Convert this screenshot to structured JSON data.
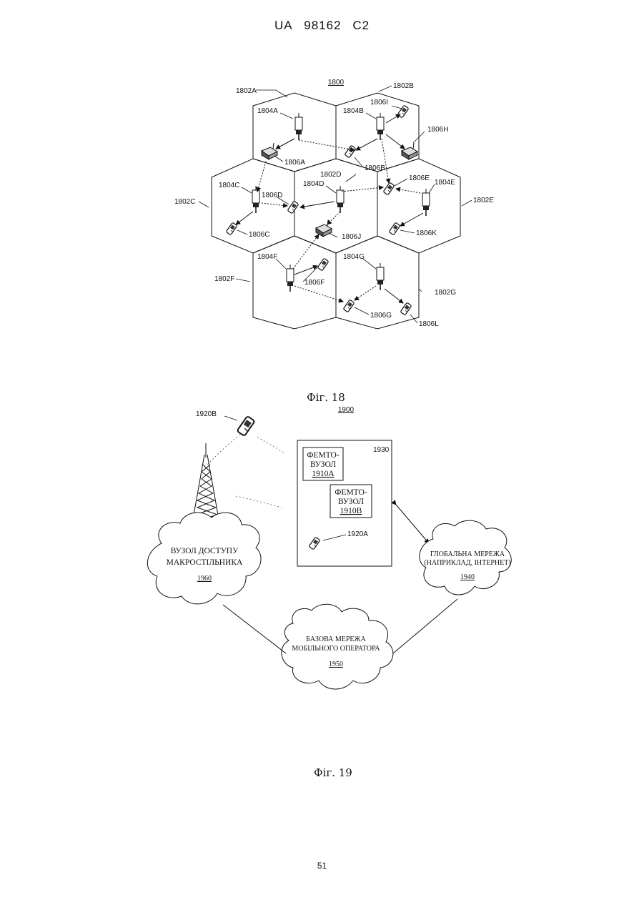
{
  "header": {
    "country": "UA",
    "number": "98162",
    "kind": "C2"
  },
  "page_number": "51",
  "fig18": {
    "caption": "Фіг. 18",
    "ref": "1800",
    "cells": [
      "1802A",
      "1802B",
      "1802C",
      "1802D",
      "1802E",
      "1802F",
      "1802G"
    ],
    "base_stations": [
      "1804A",
      "1804B",
      "1804C",
      "1804D",
      "1804E",
      "1804F",
      "1804G"
    ],
    "terminals": [
      "1806A",
      "1806B",
      "1806C",
      "1806D",
      "1806E",
      "1806F",
      "1806G",
      "1806H",
      "1806I",
      "1806J",
      "1806K",
      "1806L"
    ]
  },
  "fig19": {
    "caption": "Фіг. 19",
    "ref": "1900",
    "phone_b": "1920B",
    "phone_a": "1920A",
    "area_ref": "1930",
    "femto_a": {
      "line1": "ФЕМТО-",
      "line2": "ВУЗОЛ",
      "ref": "1910A"
    },
    "femto_b": {
      "line1": "ФЕМТО-",
      "line2": "ВУЗОЛ",
      "ref": "1910B"
    },
    "macro": {
      "line1": "ВУЗОЛ ДОСТУПУ",
      "line2": "МАКРОСТІЛЬНИКА",
      "ref": "1960"
    },
    "internet": {
      "line1": "ГЛОБАЛЬНА МЕРЕЖА",
      "line2": "(НАПРИКЛАД, ІНТЕРНЕТ)",
      "ref": "1940"
    },
    "core": {
      "line1": "БАЗОВА МЕРЕЖА",
      "line2": "МОБІЛЬНОГО ОПЕРАТОРА",
      "ref": "1950"
    }
  }
}
